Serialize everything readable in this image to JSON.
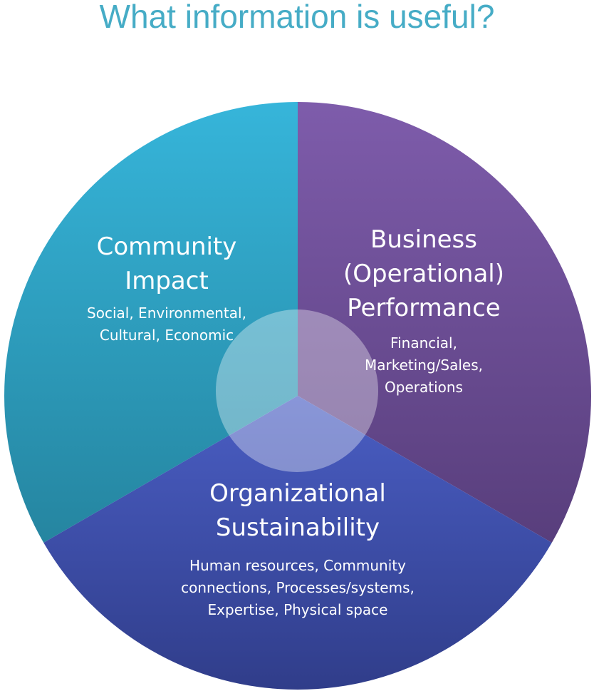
{
  "title": "What information is useful?",
  "segments": [
    {
      "heading": "Community Impact",
      "details": "Social, Environmental, Cultural, Economic",
      "color": "#33b0d6"
    },
    {
      "heading": "Business (Operational) Performance",
      "details": "Financial, Marketing/Sales, Operations",
      "color": "#7656a4"
    },
    {
      "heading": "Organizational Sustainability",
      "details": "Human resources, Community connections, Processes/systems,  Expertise, Physical space",
      "color": "#4152b4"
    }
  ]
}
